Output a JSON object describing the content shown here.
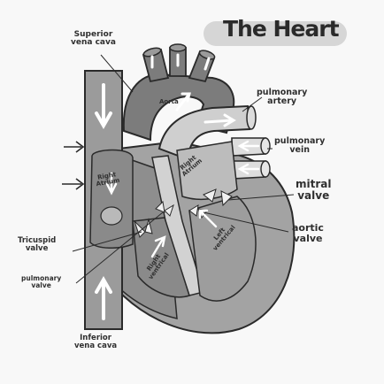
{
  "title": "The Heart",
  "labels": {
    "superior_vena_cava": [
      "Superior",
      "vena cava"
    ],
    "pulmonary_artery": [
      "pulmonary",
      "artery"
    ],
    "pulmonary_vein": [
      "pulmonary",
      "vein"
    ],
    "mitral_valve": [
      "mitral",
      "valve"
    ],
    "aortic_valve": [
      "aortic",
      "valve"
    ],
    "tricuspid_valve": [
      "Tricuspid",
      "valve"
    ],
    "pulmonary_valve": [
      "pulmonary",
      "valve"
    ],
    "inferior_vena_cava": [
      "Inferior",
      "vena cava"
    ]
  },
  "chamber_labels": {
    "aorta": "Aorta",
    "right_atrium_inner": [
      "Right",
      "Atrium"
    ],
    "right_atrium_left": [
      "Right",
      "Atrium"
    ],
    "right_ventricle": [
      "Right",
      "ventrical"
    ],
    "left_ventricle": [
      "Left",
      "ventrical"
    ]
  },
  "colors": {
    "background": "#f8f8f8",
    "outline": "#2a2a2a",
    "vena_cava": "#9a9a9a",
    "aorta": "#7f7f7f",
    "right_side": "#8c8c8c",
    "left_side": "#a6a6a6",
    "pulmonary": "#cfcfcf",
    "septum": "#d2d2d2",
    "arrow": "#ffffff"
  }
}
